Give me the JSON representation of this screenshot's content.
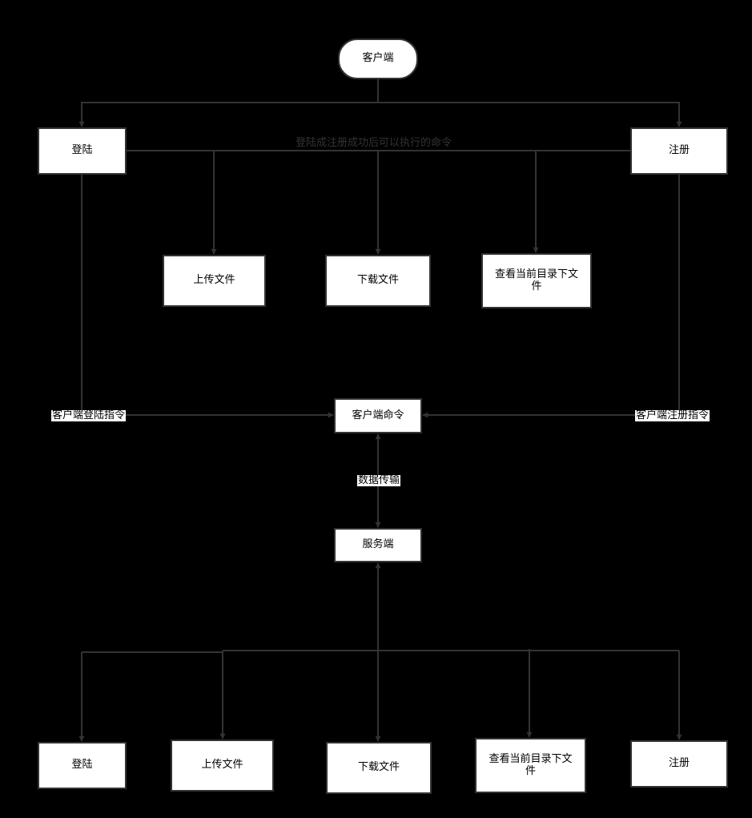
{
  "colors": {
    "background": "#000000",
    "line": "#333333",
    "node_fill": "#ffffff",
    "node_border": "#333333",
    "text": "#000000"
  },
  "nodes": {
    "client": "客户端",
    "login_top": "登陆",
    "register_top": "注册",
    "upload_top": "上传文件",
    "download_top": "下载文件",
    "list_top": "查看当前目录下文件",
    "client_command": "客户端命令",
    "server": "服务端",
    "login_bottom": "登陆",
    "upload_bottom": "上传文件",
    "download_bottom": "下载文件",
    "list_bottom": "查看当前目录下文件",
    "register_bottom": "注册"
  },
  "labels": {
    "after_auth": "登陆成注册成功后可以执行的命令",
    "login_instruction": "客户端登陆指令",
    "register_instruction": "客户端注册指令",
    "data_transfer": "数据传输"
  }
}
